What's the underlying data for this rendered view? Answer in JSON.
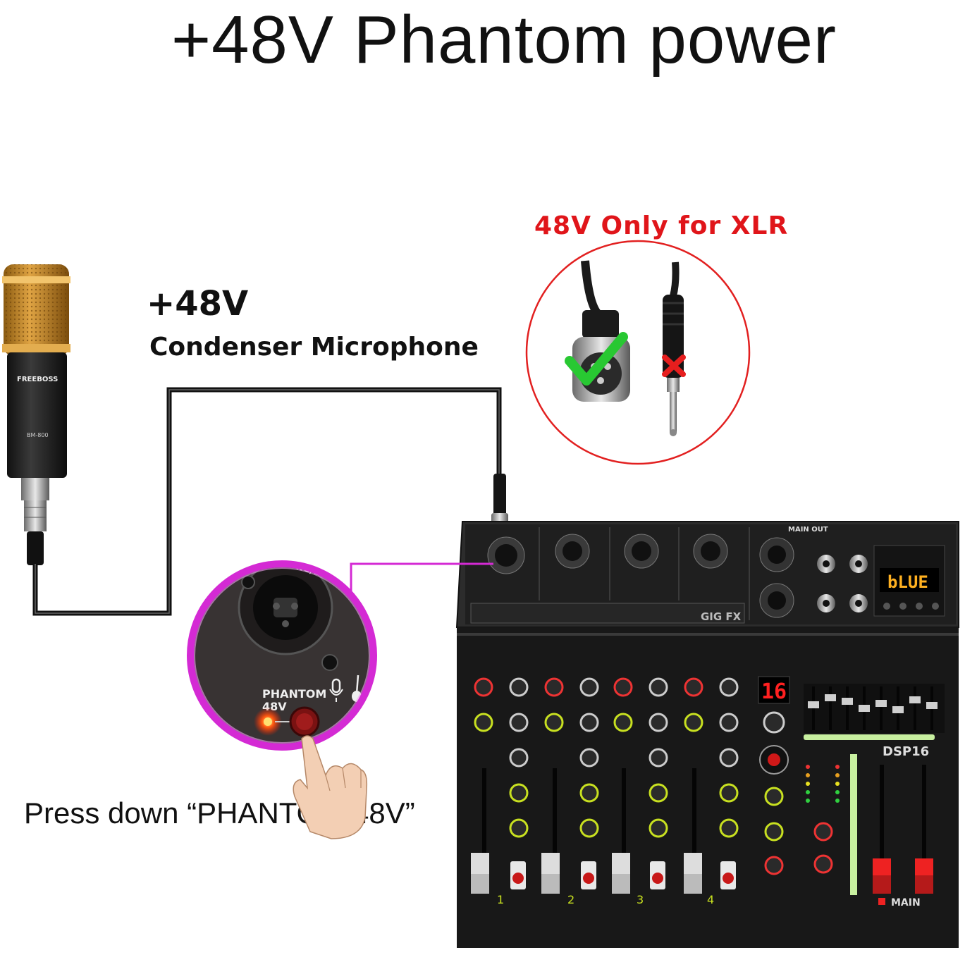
{
  "title": "+48V Phantom power",
  "xlr_note": "48V Only for XLR",
  "voltage_label": "+48V",
  "mic_label": "Condenser Microphone",
  "instruction": "Press down “PHANTOM 48V”",
  "microphone": {
    "brand": "FREEBOSS",
    "model": "BM-800"
  },
  "zoom_panel": {
    "jack_label": "MIC/LINE",
    "phantom_label": "PHANTOM",
    "phantom_value": "48V"
  },
  "mixer": {
    "main_out_label": "MAIN OUT",
    "display_text": "bLUE",
    "program_display": "16",
    "channel_numbers": [
      "1",
      "2",
      "3",
      "4"
    ],
    "main_fader_label": "MAIN",
    "fx_badge": "GIG FX",
    "dsp_badge": "DSP16"
  },
  "colors": {
    "note_red": "#e0151a",
    "zoom_ring": "#d42ad4",
    "check": "#28c832",
    "cross": "#e61e1e"
  },
  "icons": [
    "check-icon",
    "cross-icon",
    "hand-icon",
    "mic-icon",
    "guitar-icon"
  ]
}
